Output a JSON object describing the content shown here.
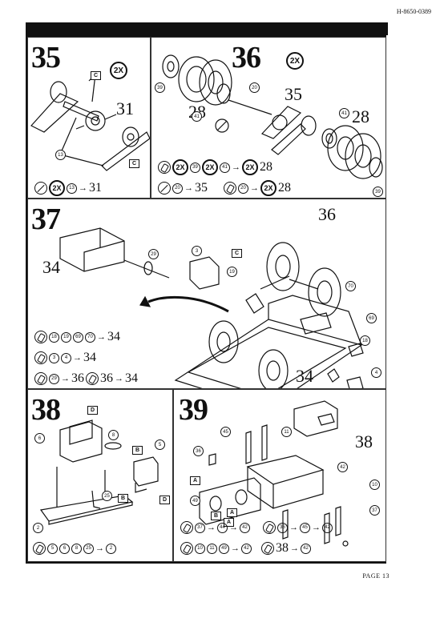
{
  "header": {
    "code": "H-8650-0389"
  },
  "footer": {
    "page": "PAGE 13"
  },
  "steps": {
    "s35": {
      "number": "35",
      "badge": "2X",
      "ref": "31",
      "parts": [
        "13"
      ],
      "tag": "C",
      "seq": {
        "parts": [
          "13"
        ],
        "badge": "2X",
        "result": "31"
      }
    },
    "s36": {
      "number": "36",
      "badge": "2X",
      "refs": [
        "28",
        "35",
        "28"
      ],
      "parts": [
        "39",
        "41",
        "20",
        "41",
        "39"
      ],
      "seq1": {
        "b1": "2X",
        "p1": "39",
        "b2": "2X",
        "p2": "41",
        "b3": "2X",
        "result": "28"
      },
      "seq2": {
        "p": "20",
        "result": "35"
      },
      "seq3": {
        "p": "20",
        "badge": "2X",
        "result": "28"
      }
    },
    "s37": {
      "number": "37",
      "refs": [
        "34",
        "36",
        "34"
      ],
      "tag": "C",
      "parts": [
        "29",
        "3",
        "19",
        "70",
        "69",
        "18",
        "4"
      ],
      "seq1": {
        "parts": [
          "18",
          "19",
          "69",
          "70"
        ],
        "result": "34"
      },
      "seq2": {
        "parts": [
          "3",
          "4"
        ],
        "result": "34"
      },
      "seq3": {
        "p": "29",
        "result": "36",
        "p2": "36",
        "result2": "34"
      }
    },
    "s38": {
      "number": "38",
      "tags": [
        "D",
        "B",
        "B",
        "D"
      ],
      "parts": [
        "6",
        "8",
        "5",
        "25",
        "2"
      ],
      "seq": {
        "parts": [
          "5",
          "6",
          "8",
          "25"
        ],
        "result": "2"
      }
    },
    "s39": {
      "number": "39",
      "ref": "38",
      "tags": [
        "A",
        "A",
        "A",
        "B"
      ],
      "parts": [
        "45",
        "11",
        "36",
        "42",
        "10",
        "49",
        "37"
      ],
      "seq1": {
        "p1": "37",
        "r1": "44",
        "r2": "42"
      },
      "seq2": {
        "p1": "36",
        "r1": "45",
        "r2": "42"
      },
      "seq3": {
        "parts": [
          "10",
          "11",
          "49"
        ],
        "r1": "42",
        "result": "38",
        "r2": "42"
      }
    }
  }
}
